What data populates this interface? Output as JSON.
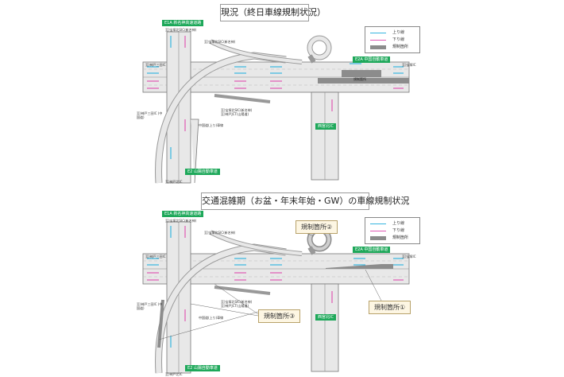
{
  "colors": {
    "up_line": "#36b6e0",
    "down_line": "#e05ab4",
    "restriction": "#8c8c8c",
    "road": "#e6e6e6",
    "expressway_label": "#1ea85a"
  },
  "legend": {
    "up": "上り線",
    "down": "下り線",
    "restriction": "規制箇所"
  },
  "panels": [
    {
      "title": "現況（終日車線規制状況）",
      "labels": {
        "e1a": "E1A 新名神高速道路",
        "e2a": "E2A 中国自動車道",
        "e2": "E2 山陽自動車道",
        "ic": "西宮北IC",
        "to_takarazuka_kita": "至)宝塚北SIC(新名神)",
        "to_takarazuka_kita2": "至)宝塚北SIC(新名神)",
        "to_kobe_sanda": "至)神戸三田IC",
        "to_takarazuka": "至)宝塚IC",
        "to_kobe_sanda_chugoku": "至)神戸三田IC (中国道)",
        "to_takarazuka_kita3": "至)宝塚北SIC(新名神)",
        "to_kobe_jct": "至)神戸JCT(山陽道)",
        "chugoku_up": "中国道(上り)車線",
        "to_kobe_kita": "至)神戸北IC",
        "restriction_label": "規制箇所"
      }
    },
    {
      "title": "交通混雑期（お盆・年末年始・GW）の車線規制状況",
      "labels": {
        "e1a": "E1A 新名神高速道路",
        "e2a": "E2A 中国自動車道",
        "e2": "E2 山陽自動車道",
        "ic": "西宮北IC",
        "to_takarazuka_kita": "至)宝塚北SIC(新名神)",
        "to_takarazuka_kita2": "至)宝塚北SIC(新名神)",
        "to_kobe_sanda": "至)神戸三田IC",
        "to_takarazuka": "至)宝塚IC",
        "to_kobe_sanda_chugoku": "至)神戸三田IC (中国道)",
        "to_takarazuka_kita3": "至)宝塚北SIC(新名神)",
        "to_kobe_jct": "至)神戸JCT(山陽道)",
        "chugoku_up": "中国道(上り)車線",
        "to_kobe_kita": "至)神戸北IC"
      },
      "callouts": {
        "c1": "規制箇所①",
        "c2": "規制箇所②",
        "c3": "規制箇所③"
      }
    }
  ]
}
